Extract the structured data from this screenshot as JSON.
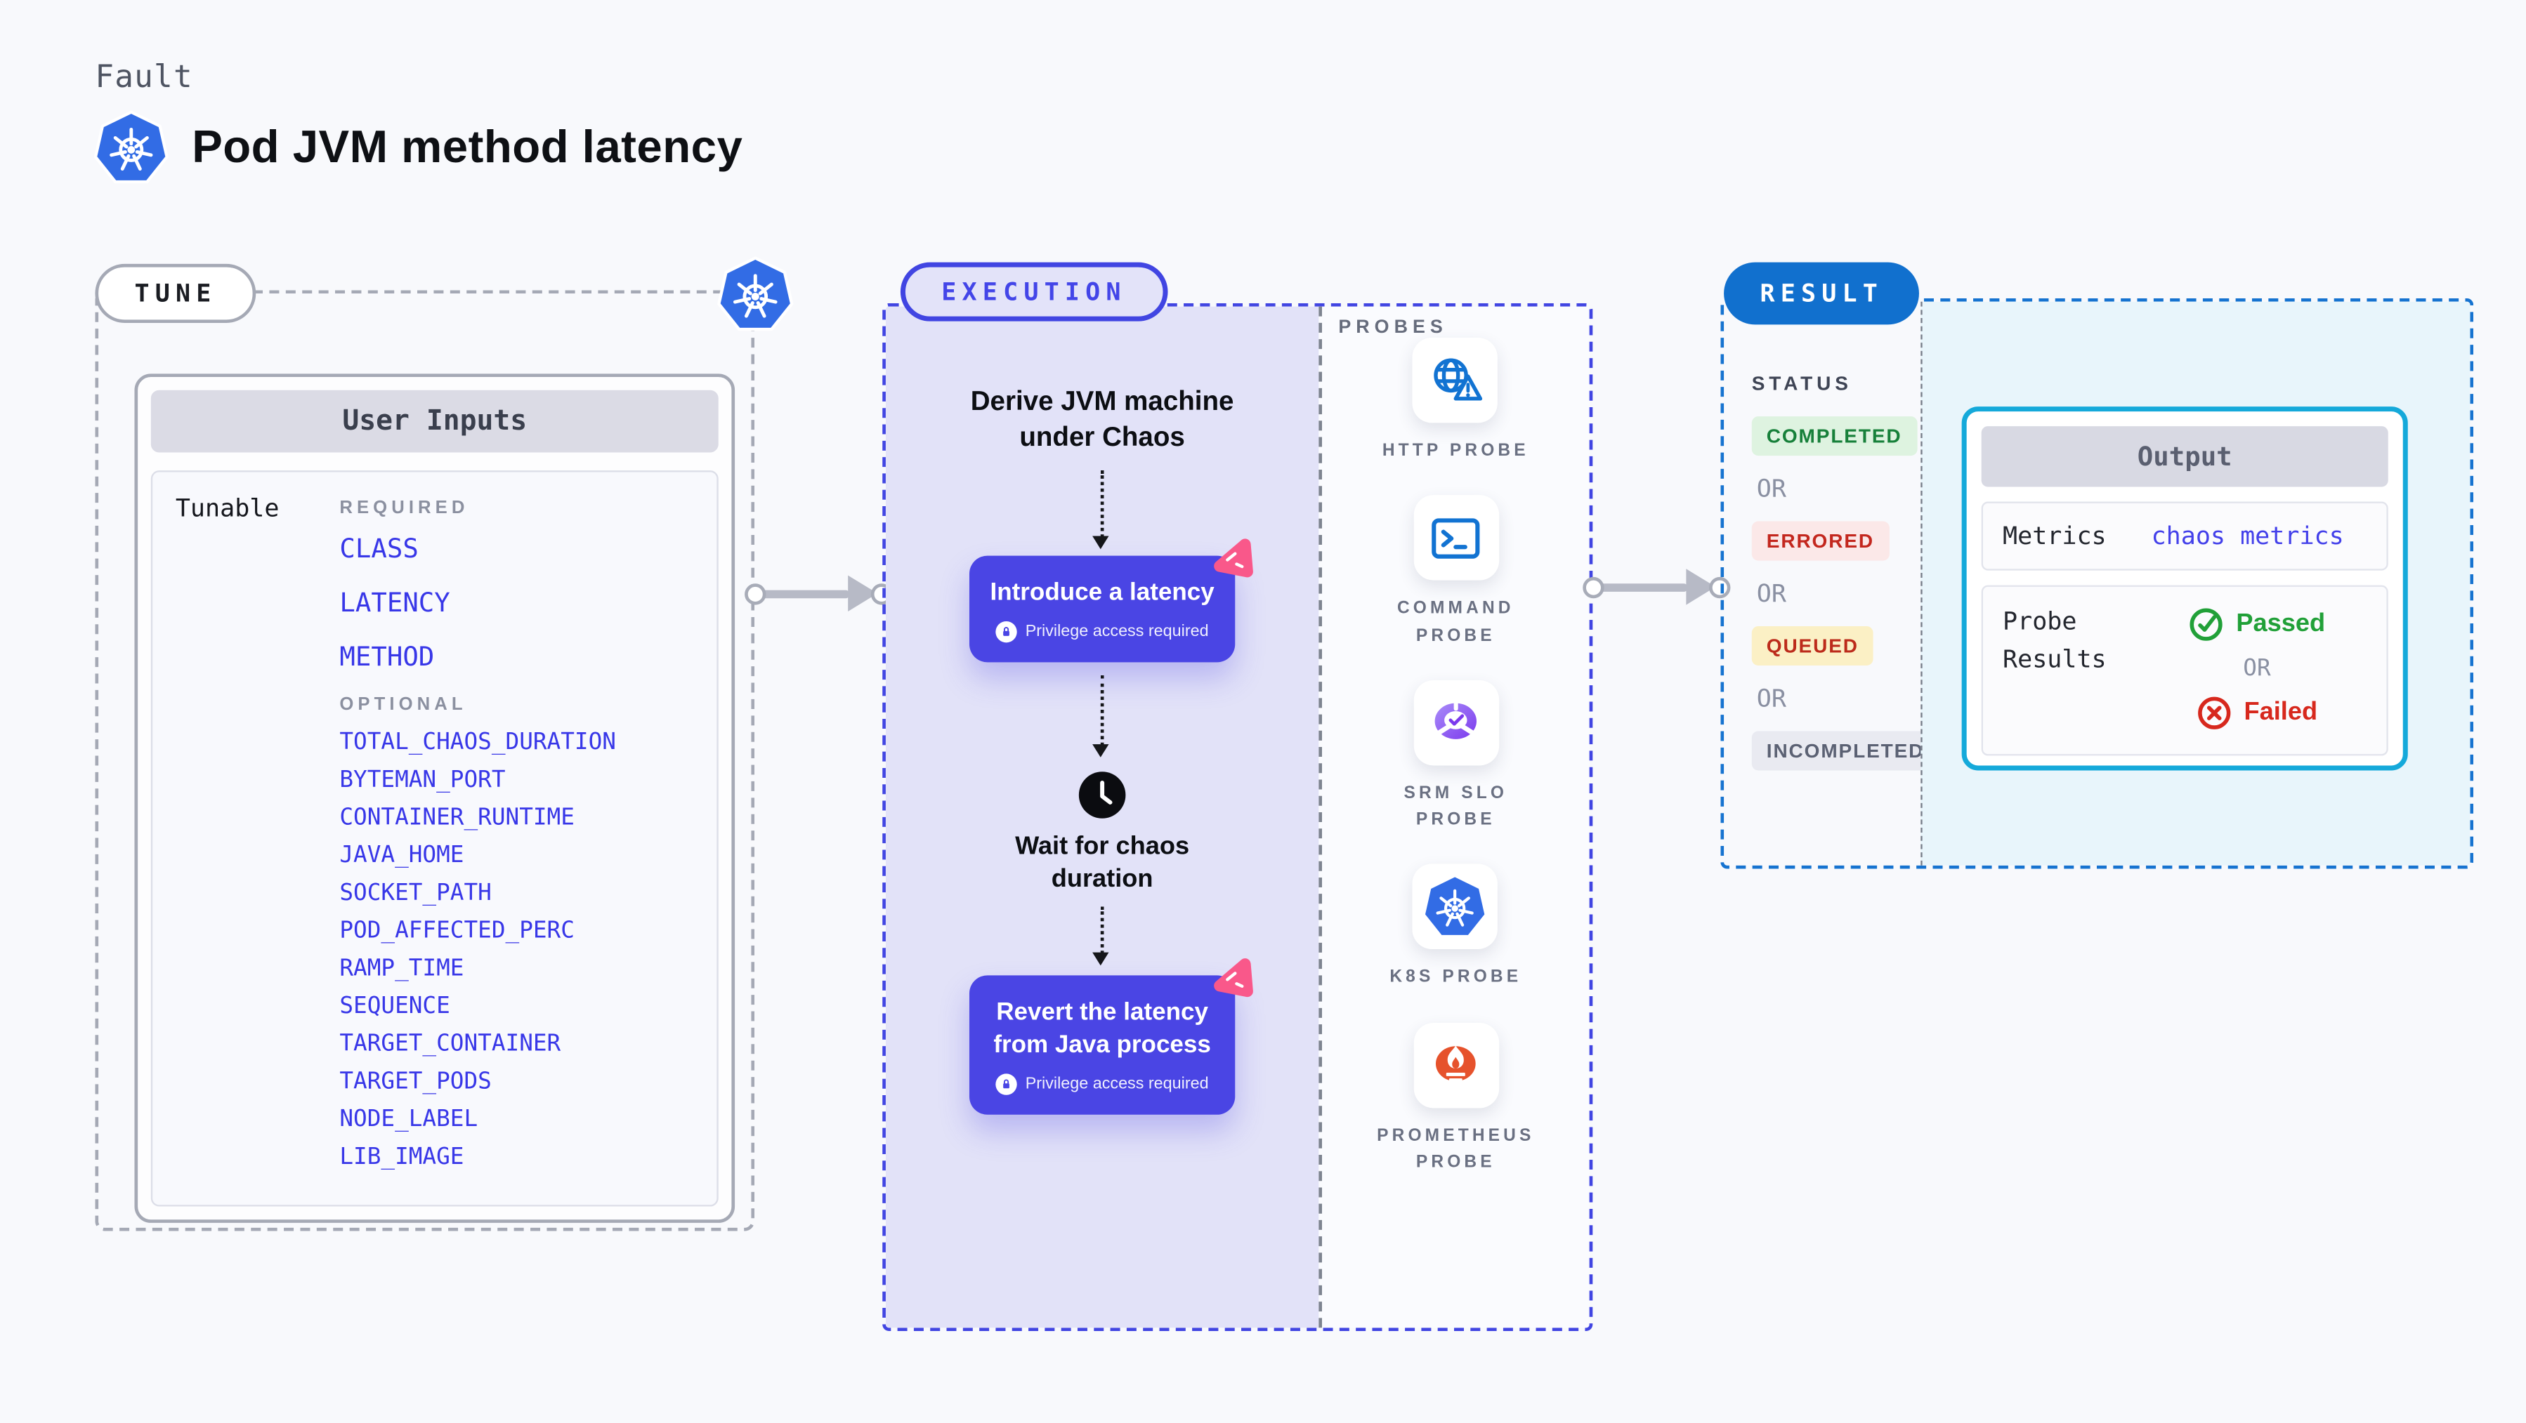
{
  "header": {
    "fault_label": "Fault",
    "title": "Pod JVM method latency",
    "icon": "kubernetes-icon"
  },
  "tune": {
    "label": "TUNE",
    "card_title": "User Inputs",
    "row_label": "Tunable",
    "required_label": "REQUIRED",
    "required": [
      "CLASS",
      "LATENCY",
      "METHOD"
    ],
    "optional_label": "OPTIONAL",
    "optional": [
      "TOTAL_CHAOS_DURATION",
      "BYTEMAN_PORT",
      "CONTAINER_RUNTIME",
      "JAVA_HOME",
      "SOCKET_PATH",
      "POD_AFFECTED_PERC",
      "RAMP_TIME",
      "SEQUENCE",
      "TARGET_CONTAINER",
      "TARGET_PODS",
      "NODE_LABEL",
      "LIB_IMAGE"
    ]
  },
  "execution": {
    "label": "EXECUTION",
    "derive_text": "Derive JVM machine under Chaos",
    "introduce": {
      "title": "Introduce a latency",
      "badge": "Privilege access required",
      "icon": "chaos-icon"
    },
    "wait_text": "Wait for chaos duration",
    "wait_icon": "clock-icon",
    "revert": {
      "title": "Revert the latency from Java process",
      "badge": "Privilege access required",
      "icon": "chaos-icon"
    }
  },
  "probes": {
    "label": "PROBES",
    "items": [
      {
        "name": "HTTP PROBE",
        "icon": "globe-alert-icon"
      },
      {
        "name": "COMMAND PROBE",
        "icon": "terminal-icon"
      },
      {
        "name": "SRM SLO PROBE",
        "icon": "slo-check-icon"
      },
      {
        "name": "K8S PROBE",
        "icon": "kubernetes-icon"
      },
      {
        "name": "PROMETHEUS PROBE",
        "icon": "prometheus-flame-icon"
      }
    ]
  },
  "result": {
    "label": "RESULT",
    "status_label": "STATUS",
    "statuses": [
      {
        "or": "",
        "text": "COMPLETED",
        "kind": "completed"
      },
      {
        "or": "OR",
        "text": "ERRORED",
        "kind": "errored"
      },
      {
        "or": "OR",
        "text": "QUEUED",
        "kind": "queued"
      },
      {
        "or": "OR",
        "text": "INCOMPLETED",
        "kind": "incompleted"
      }
    ],
    "output": {
      "title": "Output",
      "metrics_label": "Metrics",
      "metrics_value": "chaos metrics",
      "probe_results_label": "Probe Results",
      "passed_label": "Passed",
      "or_label": "OR",
      "failed_label": "Failed"
    }
  },
  "colors": {
    "accent_indigo": "#4A45E4",
    "result_blue": "#1170CE",
    "output_cyan": "#15A9DA",
    "tunable_link": "#3837E8",
    "passed_green": "#21A038",
    "failed_red": "#D7281D",
    "kubernetes_blue": "#326CE5",
    "prometheus_orange": "#E6522C",
    "chaos_pink": "#F9588A",
    "queued_yellow": "#FBF0C5",
    "completed_green_bg": "#DEF3E0"
  }
}
